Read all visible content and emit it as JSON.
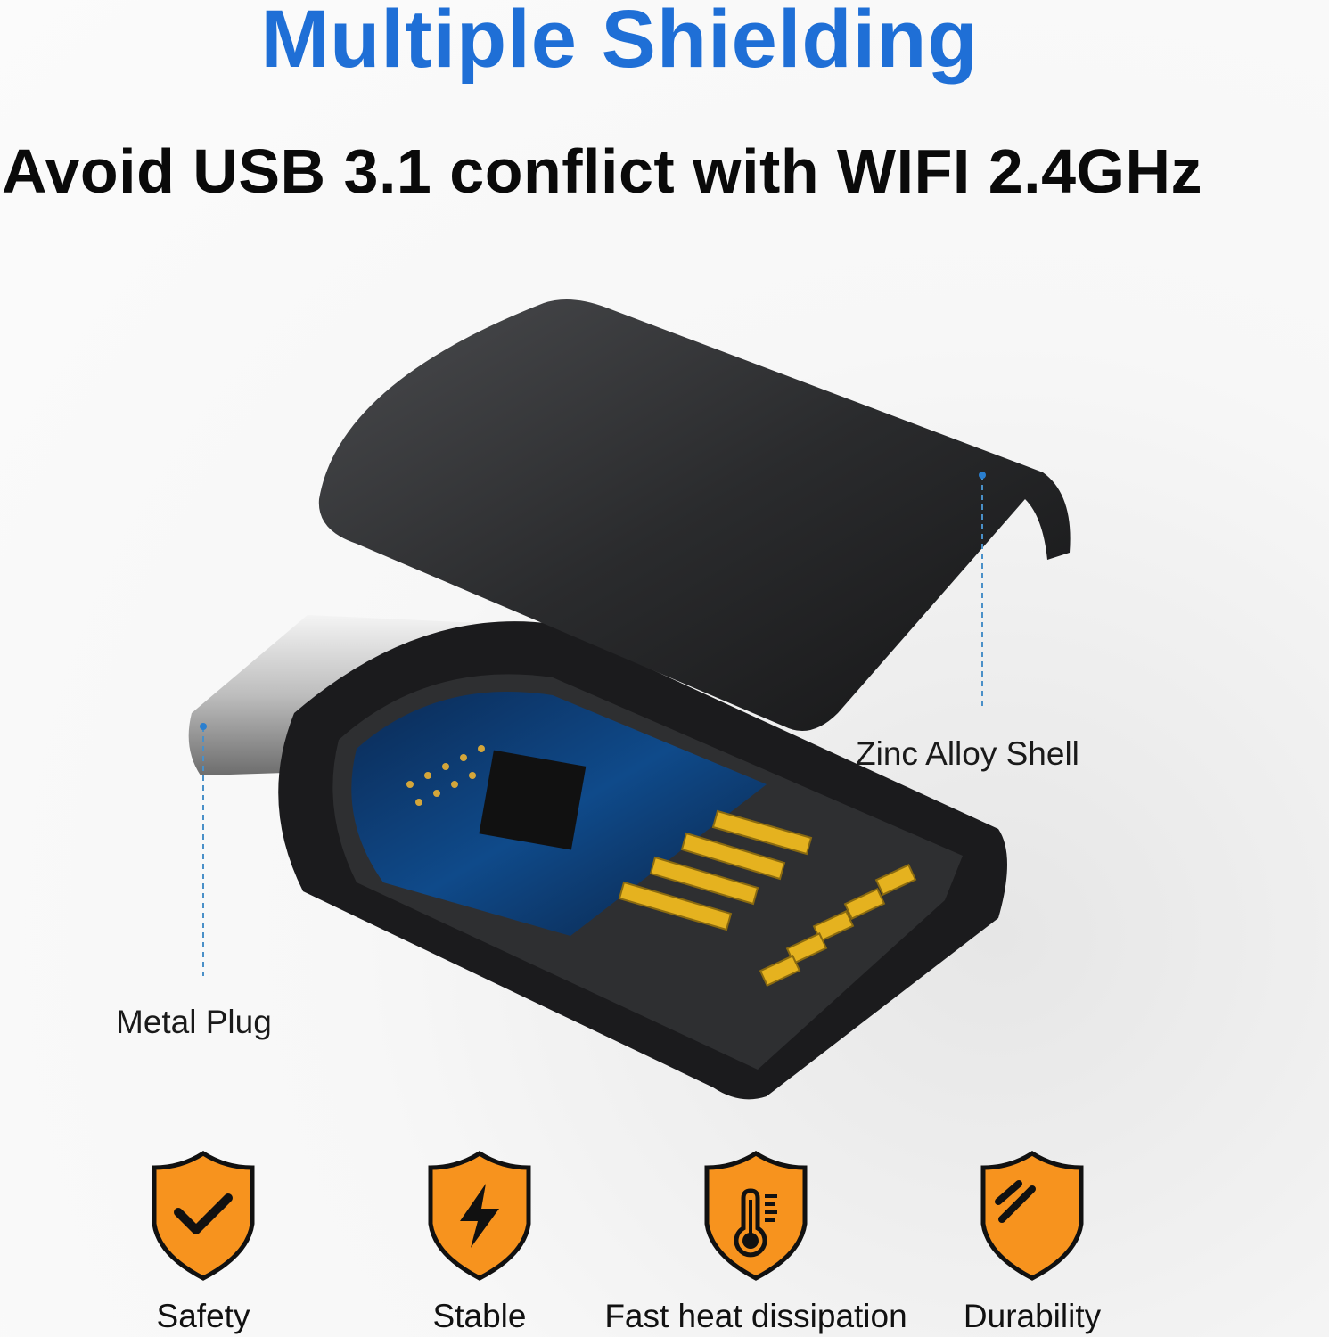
{
  "header": {
    "title": "Multiple Shielding",
    "subtitle": "Avoid USB 3.1 conflict with WIFI 2.4GHz"
  },
  "callouts": {
    "shell": "Zinc Alloy Shell",
    "plug": "Metal Plug"
  },
  "features": [
    {
      "label": "Safety",
      "icon": "shield-check-icon"
    },
    {
      "label": "Stable",
      "icon": "shield-lightning-icon"
    },
    {
      "label": "Fast heat dissipation",
      "icon": "shield-thermometer-icon"
    },
    {
      "label": "Durability",
      "icon": "shield-slash-icon"
    }
  ],
  "colors": {
    "title": "#1f6fd6",
    "icon_fill": "#f7931e",
    "callout_line": "#4a90c8"
  }
}
